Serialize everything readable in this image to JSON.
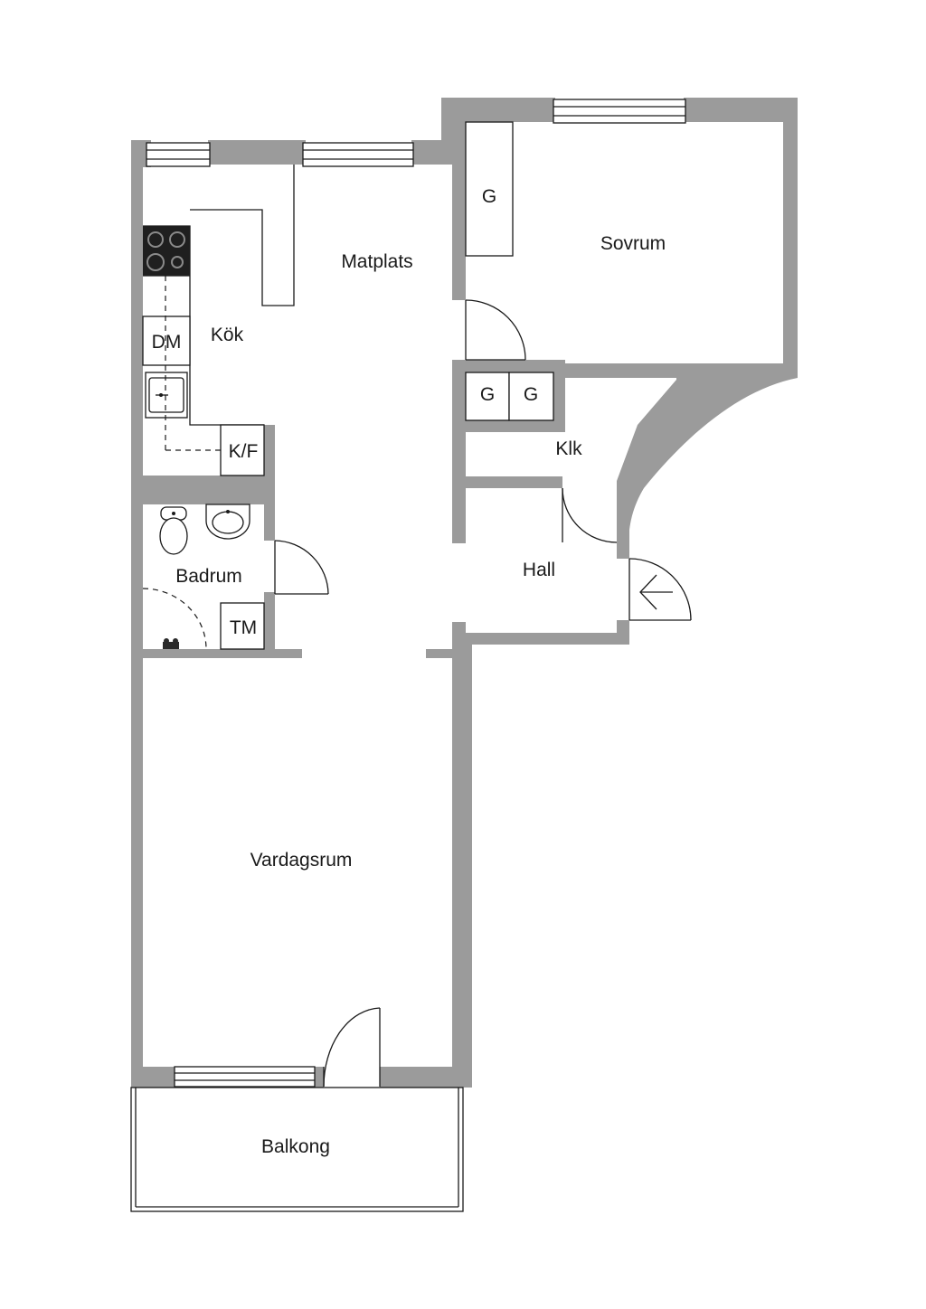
{
  "rooms": {
    "sovrum": "Sovrum",
    "matplats": "Matplats",
    "kok": "Kök",
    "klk": "Klk",
    "hall": "Hall",
    "badrum": "Badrum",
    "vardagsrum": "Vardagsrum",
    "balkong": "Balkong"
  },
  "fixtures": {
    "garderob_sovrum": "G",
    "garderob_hall_1": "G",
    "garderob_hall_2": "G",
    "diskmaskin": "DM",
    "kyl_frys": "K/F",
    "tvattmaskin": "TM"
  },
  "colors": {
    "wall": "#9b9b9b",
    "line": "#1a1a1a",
    "background": "#ffffff"
  }
}
